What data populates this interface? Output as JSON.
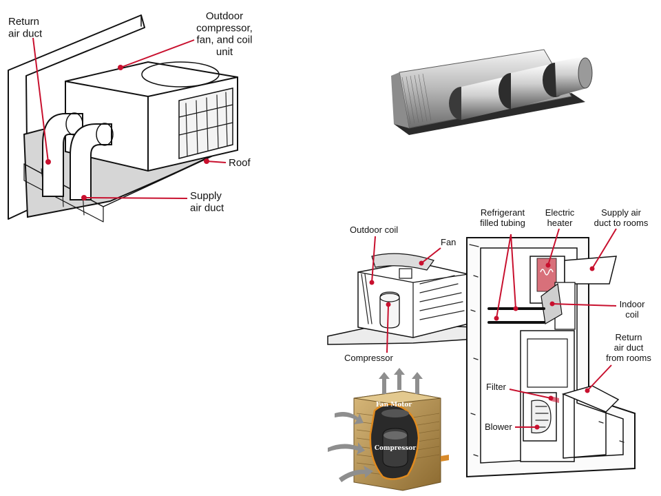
{
  "rooftop": {
    "return_air_duct": "Return\nair duct",
    "outdoor_unit": "Outdoor\ncompressor,\nfan, and coil\nunit",
    "roof": "Roof",
    "supply_air_duct": "Supply\nair duct"
  },
  "outdoor_unit": {
    "outdoor_coil": "Outdoor coil",
    "fan": "Fan",
    "compressor": "Compressor"
  },
  "indoor_unit": {
    "refrigerant_tubing": "Refrigerant\nfilled tubing",
    "electric_heater": "Electric\nheater",
    "supply_duct": "Supply air\nduct to rooms",
    "indoor_coil": "Indoor\ncoil",
    "return_duct": "Return\nair duct\nfrom rooms",
    "filter": "Filter",
    "blower": "Blower"
  },
  "cutaway": {
    "fan_motor": "Fan Motor",
    "compressor": "Compressor"
  },
  "colors": {
    "leader": "#c8102e",
    "unit_tan": "#b08a4a",
    "metal": "#c9c9c9",
    "arrow_gray": "#8e8e8e"
  }
}
